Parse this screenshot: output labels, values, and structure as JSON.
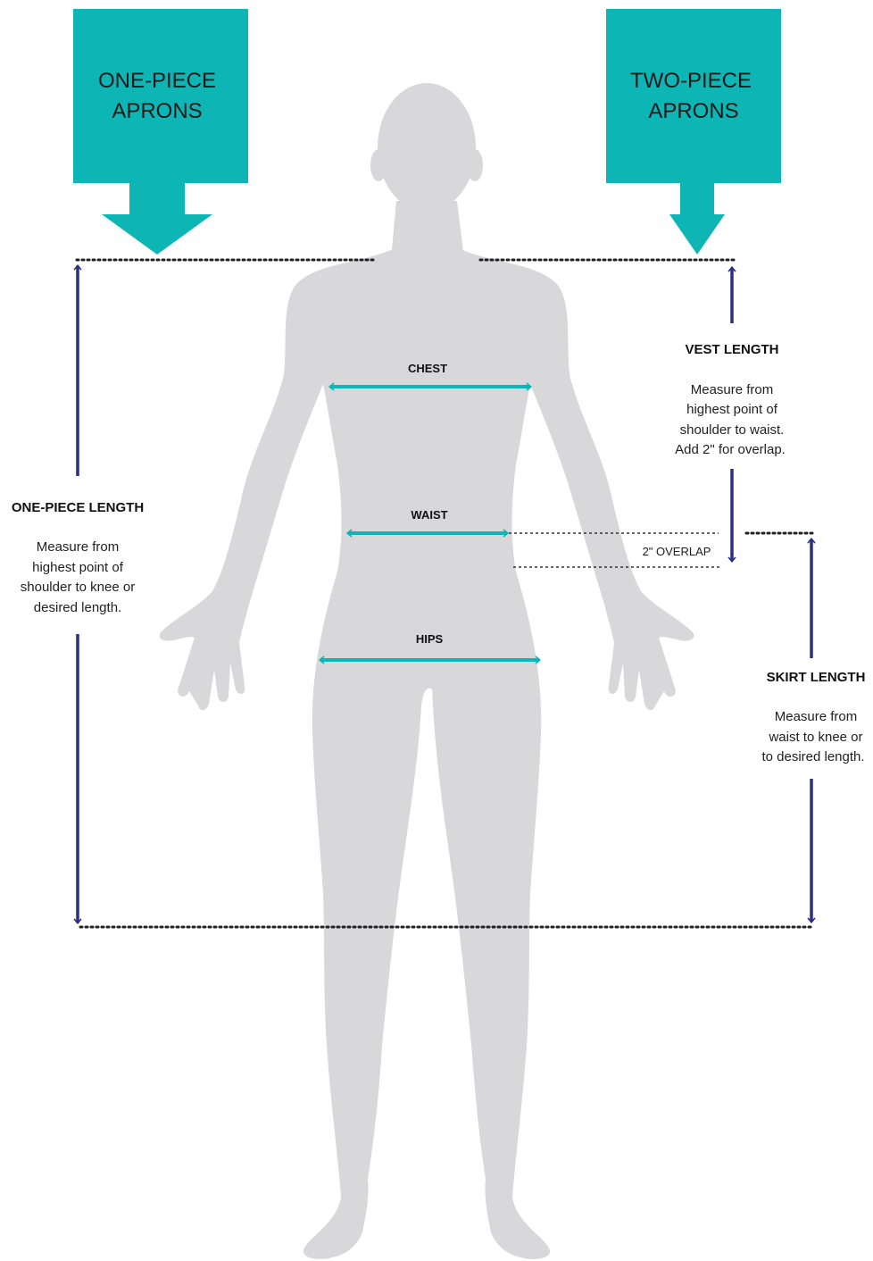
{
  "colors": {
    "teal": "#0DB5B5",
    "navy": "#2A2F86",
    "body": "#D8D7D9",
    "text": "#111111"
  },
  "boxes": {
    "one_piece": {
      "line1": "ONE-PIECE",
      "line2": "APRONS"
    },
    "two_piece": {
      "line1": "TWO-PIECE",
      "line2": "APRONS"
    }
  },
  "measurements": {
    "chest": "CHEST",
    "waist": "WAIST",
    "hips": "HIPS",
    "overlap": "2\" OVERLAP"
  },
  "one_piece_length": {
    "title": "ONE-PIECE LENGTH",
    "lines": [
      "Measure from",
      "highest point of",
      "shoulder to knee or",
      "desired length."
    ]
  },
  "vest_length": {
    "title": "VEST LENGTH",
    "lines": [
      "Measure from",
      "highest point of",
      "shoulder to waist.",
      "Add 2\" for overlap."
    ]
  },
  "skirt_length": {
    "title": "SKIRT LENGTH",
    "lines": [
      "Measure from",
      "waist to knee or",
      "to desired length."
    ]
  },
  "icons": [
    "down-arrow-icon",
    "up-arrow-icon",
    "double-arrow-icon",
    "body-silhouette-icon"
  ]
}
